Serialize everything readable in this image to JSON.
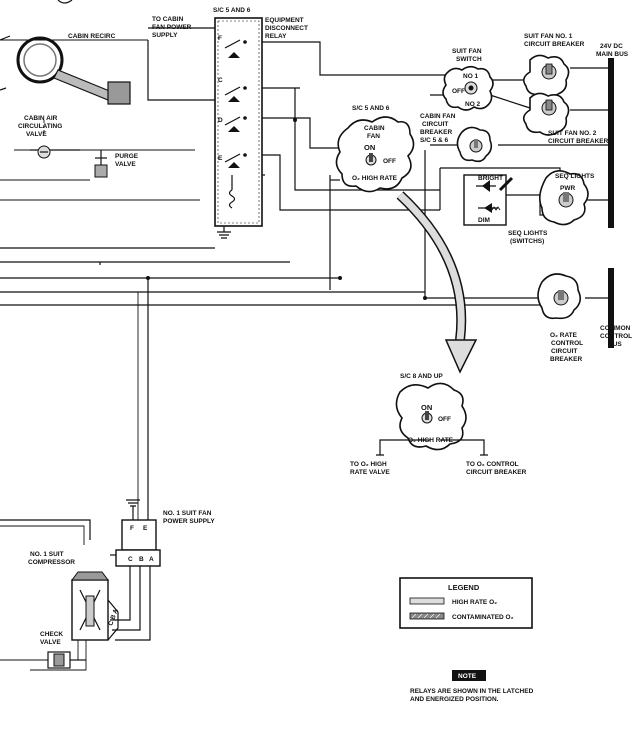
{
  "labels": {
    "cabin_recirc": "CABIN RECIRC",
    "to_cabin_fan_1": "TO CABIN",
    "to_cabin_fan_2": "FAN POWER",
    "to_cabin_fan_3": "SUPPLY",
    "sc_5_6_top": "S/C 5 AND 6",
    "equip_1": "EQUIPMENT",
    "equip_2": "DISCONNECT",
    "equip_3": "RELAY",
    "relay_f": "F",
    "relay_c": "C",
    "relay_d": "D",
    "relay_e": "E",
    "suit_fan_switch_1": "SUIT FAN",
    "suit_fan_switch_2": "SWITCH",
    "sw_no1": "NO 1",
    "sw_off": "OFF",
    "sw_no2": "NO 2",
    "sf1_cb_1": "SUIT FAN NO. 1",
    "sf1_cb_2": "CIRCUIT BREAKER",
    "bus_24v_1": "24V DC",
    "bus_24v_2": "MAIN BUS",
    "sf2_cb_1": "SUIT FAN NO. 2",
    "sf2_cb_2": "CIRCUIT BREAKER",
    "cabin_air_1": "CABIN AIR",
    "cabin_air_2": "CIRCULATING",
    "cabin_air_3": "VALVE",
    "purge_1": "PURGE",
    "purge_2": "VALVE",
    "sc_5_6_mid": "S/C 5 AND 6",
    "cabin_fan_1": "CABIN",
    "cabin_fan_2": "FAN",
    "cabin_fan_on": "ON",
    "cabin_fan_off": "OFF",
    "o2_high_rate": "O₂ HIGH RATE",
    "cf_cb_1": "CABIN FAN",
    "cf_cb_2": "CIRCUIT",
    "cf_cb_3": "BREAKER",
    "cf_cb_4": "S/C 5 & 6",
    "bright": "BRIGHT",
    "dim": "DIM",
    "seq_lights": "SEQ LIGHTS",
    "pwr": "PWR",
    "seq_sw_1": "SEQ LIGHTS",
    "seq_sw_2": "(SWITCHS)",
    "o2_rate_1": "O₂ RATE",
    "o2_rate_2": "CONTROL",
    "o2_rate_3": "CIRCUIT",
    "o2_rate_4": "BREAKER",
    "common_1": "COMMON",
    "common_2": "CONTROL",
    "common_3": "BUS",
    "sc8": "S/C 8 AND UP",
    "sc8_on": "ON",
    "sc8_off": "OFF",
    "sc8_o2": "O₂ HIGH RATE",
    "to_hrv_1": "TO O₂ HIGH",
    "to_hrv_2": "RATE VALVE",
    "to_ctl_1": "TO O₂ CONTROL",
    "to_ctl_2": "CIRCUIT BREAKER",
    "sfps_1": "NO. 1 SUIT FAN",
    "sfps_2": "POWER SUPPLY",
    "ps_f": "F",
    "ps_e": "E",
    "ps_c": "C",
    "ps_b": "B",
    "ps_a": "A",
    "comp_1": "NO. 1 SUIT",
    "comp_2": "COMPRESSOR",
    "check_1": "CHECK",
    "check_2": "VALVE",
    "cba": "C B A",
    "legend_title": "LEGEND",
    "legend_high": "HIGH RATE O₂",
    "legend_cont": "CONTAMINATED O₂",
    "note_title": "NOTE",
    "note_1": "RELAYS ARE SHOWN IN THE LATCHED",
    "note_2": "AND ENERGIZED POSITION."
  }
}
